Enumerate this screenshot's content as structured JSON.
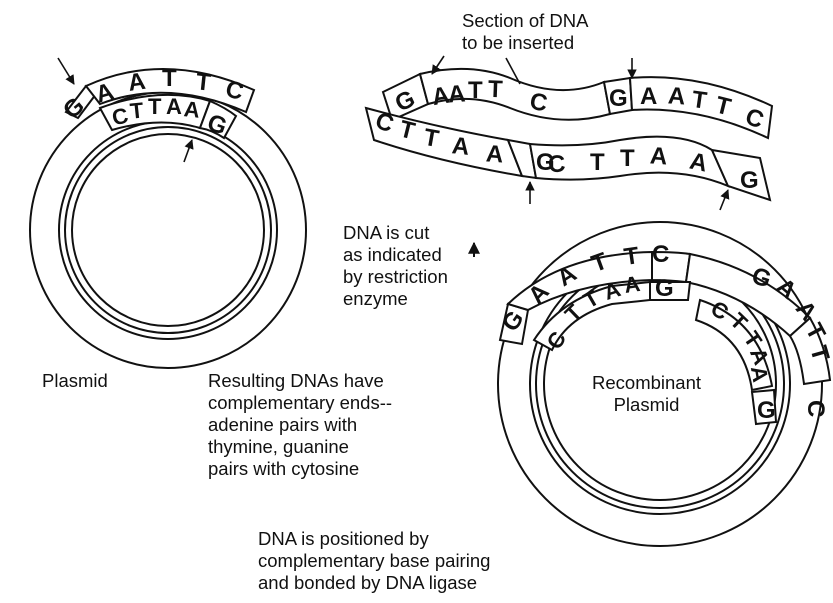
{
  "labels": {
    "section_title": [
      "Section of DNA",
      "to be inserted"
    ],
    "cut_note": [
      "DNA is cut",
      "as indicated",
      "by restriction",
      "enzyme"
    ],
    "plasmid": "Plasmid",
    "resulting_note": [
      "Resulting DNAs have",
      "complementary ends--",
      "adenine pairs with",
      "thymine, guanine",
      "pairs with cytosine"
    ],
    "positioned_note": [
      "DNA is positioned by",
      "complementary base pairing",
      "and bonded by DNA ligase"
    ],
    "recombinant": [
      "Recombinant",
      "Plasmid"
    ]
  },
  "plasmid": {
    "outer_left": "G",
    "outer_box": [
      "A",
      "A",
      "T",
      "T",
      "C"
    ],
    "inner_box": [
      "C",
      "T",
      "T",
      "A",
      "A"
    ],
    "inner_right": "G"
  },
  "insert": {
    "top_left": "G",
    "top_mid": [
      "A",
      "A",
      "T",
      "T",
      "C"
    ],
    "top_right_g": "G",
    "top_right": [
      "A",
      "A",
      "T",
      "T",
      "C"
    ],
    "bottom_left": [
      "C",
      "T",
      "T",
      "A",
      "A"
    ],
    "bottom_mid_g": "G",
    "bottom_right": [
      "C",
      "T",
      "T",
      "A",
      "A"
    ],
    "bottom_end": "G"
  },
  "recombinant_plasmid": {
    "outer_left_g": "G",
    "outer_top": [
      "A",
      "A",
      "T",
      "T",
      "C"
    ],
    "outer_right_g": "G",
    "outer_right": [
      "A",
      "A",
      "T",
      "T",
      "C"
    ],
    "inner_top": [
      "C",
      "T",
      "T",
      "A",
      "A"
    ],
    "inner_top_g": "G",
    "inner_right": [
      "C",
      "T",
      "T",
      "A",
      "A"
    ],
    "inner_right_g": "G"
  },
  "cut_marker": "arrow-up-icon"
}
